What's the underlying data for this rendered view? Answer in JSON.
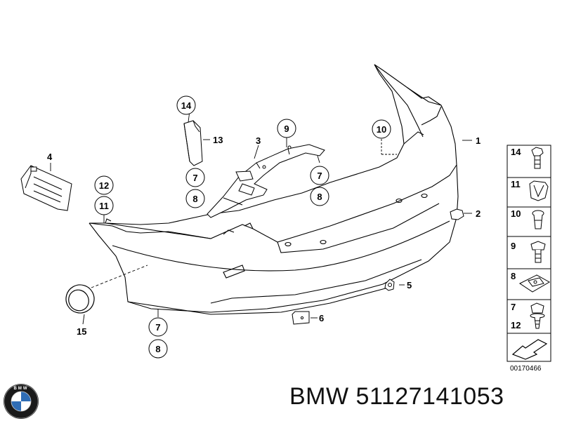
{
  "callouts": {
    "c14_top": "14",
    "c13": "13",
    "c3": "3",
    "c9_top": "9",
    "c10_top": "10",
    "c1": "1",
    "c4": "4",
    "c12_left": "12",
    "c11_left": "11",
    "c7_mid": "7",
    "c8_mid": "8",
    "c7_right": "7",
    "c8_right": "8",
    "c2": "2",
    "c5": "5",
    "c6": "6",
    "c15": "15",
    "c7_bottom": "7",
    "c8_bottom": "8"
  },
  "legend": {
    "items": [
      "14",
      "11",
      "10",
      "9",
      "8",
      "7",
      "12"
    ]
  },
  "drawing_code": "00170466",
  "logo_text": "BMW",
  "caption": "BMW 51127141053",
  "colors": {
    "line": "#000000",
    "part_fill": "#ffffff",
    "legend_bg": "#ffffff"
  }
}
